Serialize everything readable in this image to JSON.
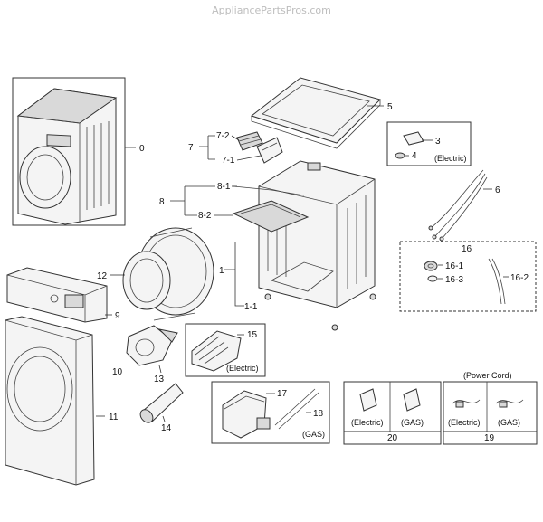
{
  "watermark": "AppliancePartsPros.com",
  "labels": {
    "p0": "0",
    "p1": "1",
    "p1_1": "1-1",
    "p3": "3",
    "p4": "4",
    "p5": "5",
    "p6": "6",
    "p7": "7",
    "p7_1": "7-1",
    "p7_2": "7-2",
    "p8": "8",
    "p8_1": "8-1",
    "p8_2": "8-2",
    "p9": "9",
    "p10": "10",
    "p11": "11",
    "p12": "12",
    "p13": "13",
    "p14": "14",
    "p15": "15",
    "p16": "16",
    "p16_1": "16-1",
    "p16_2": "16-2",
    "p16_3": "16-3",
    "p17": "17",
    "p18": "18",
    "p19": "19",
    "p20": "20"
  },
  "notes": {
    "electric_3": "(Electric)",
    "electric_15": "(Electric)",
    "gas_17": "(GAS)",
    "electric_20": "(Electric)",
    "gas_20": "(GAS)",
    "power_cord": "(Power Cord)",
    "electric_19": "(Electric)",
    "gas_19": "(GAS)"
  }
}
